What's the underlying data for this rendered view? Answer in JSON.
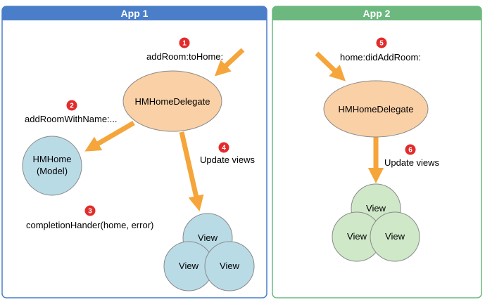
{
  "colors": {
    "app1_header": "#4a7ec8",
    "app1_border": "#4a7ec8",
    "app2_header": "#6cb87f",
    "app2_border": "#6cb87f",
    "delegate_fill": "#fad0a6",
    "model_fill": "#b9dbe6",
    "view1_fill": "#b9dbe6",
    "view2_fill": "#cfe8c8",
    "arrow": "#f5a53a",
    "badge": "#e32b2b"
  },
  "app1": {
    "title": "App 1",
    "delegate": "HMHomeDelegate",
    "model_line1": "HMHome",
    "model_line2": "(Model)",
    "views": [
      "View",
      "View",
      "View"
    ],
    "steps": [
      {
        "num": "1",
        "label": "addRoom:toHome:"
      },
      {
        "num": "2",
        "label": "addRoomWithName:..."
      },
      {
        "num": "3",
        "label": "completionHander(home, error)"
      },
      {
        "num": "4",
        "label": "Update views"
      }
    ]
  },
  "app2": {
    "title": "App 2",
    "delegate": "HMHomeDelegate",
    "views": [
      "View",
      "View",
      "View"
    ],
    "steps": [
      {
        "num": "5",
        "label": "home:didAddRoom:"
      },
      {
        "num": "6",
        "label": "Update views"
      }
    ]
  }
}
